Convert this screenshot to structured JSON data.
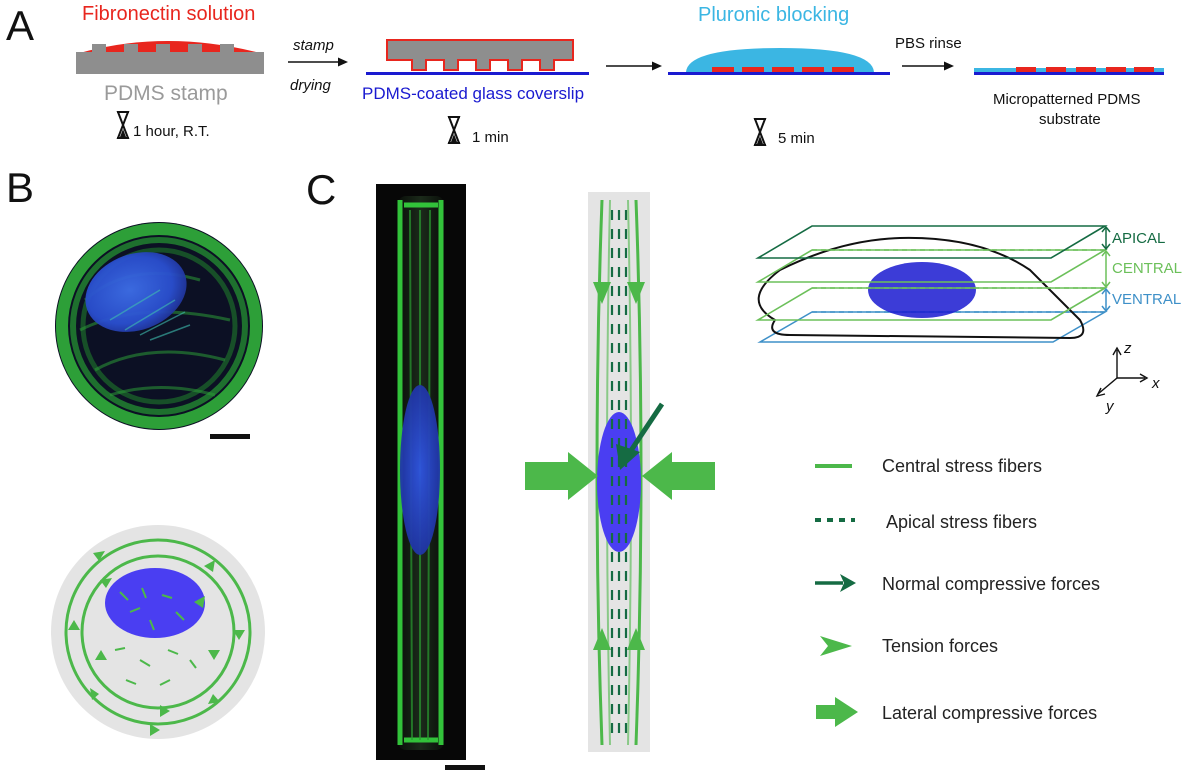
{
  "colors": {
    "fibronectin": "#e8261e",
    "pdms_gray": "#8e8e8e",
    "coverslip_blue": "#1a1ad0",
    "pluronic": "#3bb6e3",
    "fiber_green": "#4cb84a",
    "apical_green": "#156b43",
    "central_green": "#6cc05a",
    "ventral_blue": "#3e90c8",
    "nucleus_blue": "#4a3ef2",
    "cell_gray": "#e4e4e4"
  },
  "panel_a": {
    "letter": "A",
    "fibronectin_label": "Fibronectin solution",
    "pdms_label": "PDMS  stamp",
    "time1": "1 hour, R.T.",
    "arrow1_top": "stamp",
    "arrow1_bottom": "drying",
    "coverslip_label": "PDMS-coated glass coverslip",
    "time2": "1 min",
    "pluronic_label": "Pluronic blocking",
    "time3": "5 min",
    "rinse_label": "PBS rinse",
    "substrate_line1": "Micropatterned PDMS",
    "substrate_line2": "substrate"
  },
  "panel_b": {
    "letter": "B"
  },
  "panel_c": {
    "letter": "C",
    "layer_apical": "APICAL",
    "layer_central": "CENTRAL",
    "layer_ventral": "VENTRAL",
    "axis_z": "z",
    "axis_x": "x",
    "axis_y": "y"
  },
  "legend": {
    "central": "Central stress fibers",
    "apical": "Apical stress fibers",
    "normal": "Normal compressive forces",
    "tension": "Tension forces",
    "lateral": "Lateral compressive forces"
  }
}
